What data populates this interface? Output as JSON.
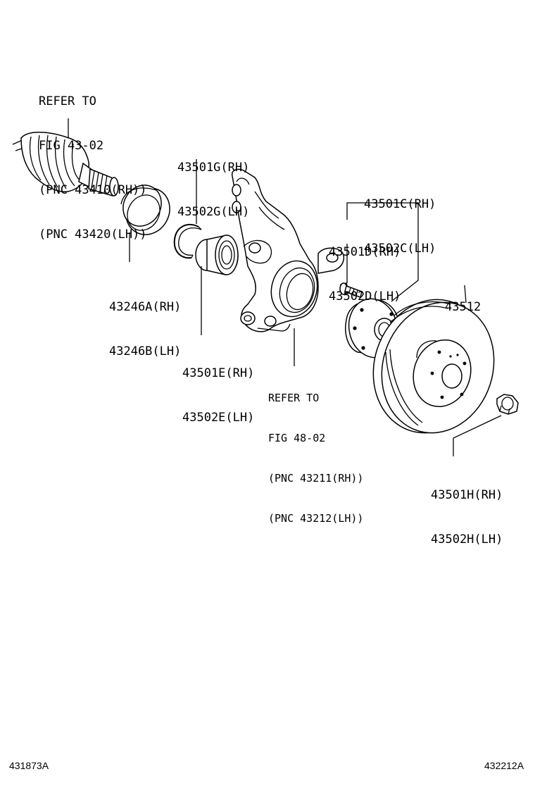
{
  "callouts": {
    "drive_shaft": [
      "REFER TO",
      "FIG 43-02",
      "(PNC 43410(RH))",
      "(PNC 43420(LH))"
    ],
    "dust_deflector": [
      "43246A(RH)",
      "43246B(LH)"
    ],
    "snap_ring": [
      "43501G(RH)",
      "43502G(LH)"
    ],
    "bearing": [
      "43501E(RH)",
      "43502E(LH)"
    ],
    "knuckle": [
      "REFER TO",
      "FIG 48-02",
      "(PNC 43211(RH))",
      "(PNC 43212(LH))"
    ],
    "hub": [
      "43501C(RH)",
      "43502C(LH)"
    ],
    "hub_bolt": [
      "43501D(RH)",
      "43502D(LH)"
    ],
    "disc": [
      "43512"
    ],
    "nut": [
      "43501H(RH)",
      "43502H(LH)"
    ]
  },
  "footer": {
    "left_code": "431873A",
    "right_code": "432212A"
  }
}
